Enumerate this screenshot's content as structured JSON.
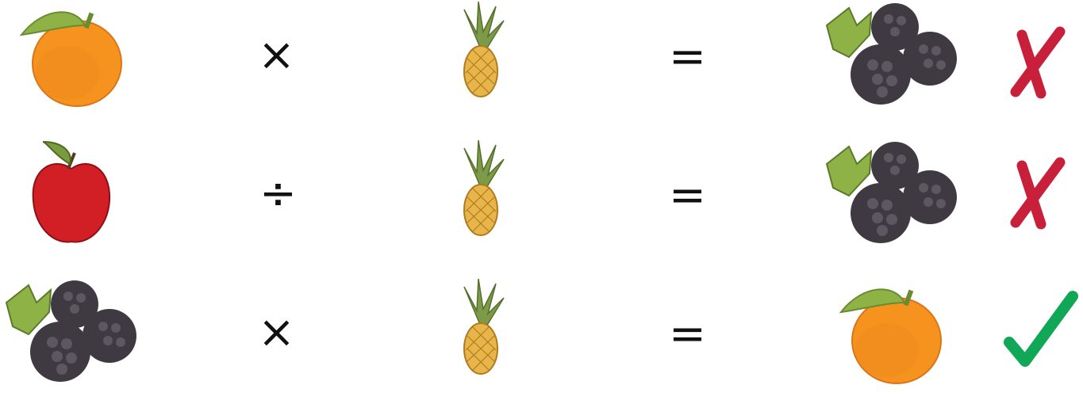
{
  "rows": [
    {
      "left": "orange",
      "operator": "×",
      "right": "pineapple",
      "equals": "=",
      "result": "blackberries",
      "mark": "cross"
    },
    {
      "left": "apple",
      "operator": "÷",
      "right": "pineapple",
      "equals": "=",
      "result": "blackberries",
      "mark": "cross"
    },
    {
      "left": "blackberries",
      "operator": "×",
      "right": "pineapple",
      "equals": "=",
      "result": "orange",
      "mark": "check"
    }
  ],
  "colors": {
    "cross": "#c8203a",
    "check": "#10a856",
    "orange": "#f5931e",
    "apple": "#d21f26",
    "blackberry": "#3f3a42",
    "pineapple": "#e8b54a",
    "leaf": "#8fb247"
  },
  "icons": {
    "orange": "orange-icon",
    "apple": "apple-icon",
    "pineapple": "pineapple-icon",
    "blackberries": "blackberries-icon",
    "cross": "cross-mark-icon",
    "check": "check-mark-icon"
  }
}
